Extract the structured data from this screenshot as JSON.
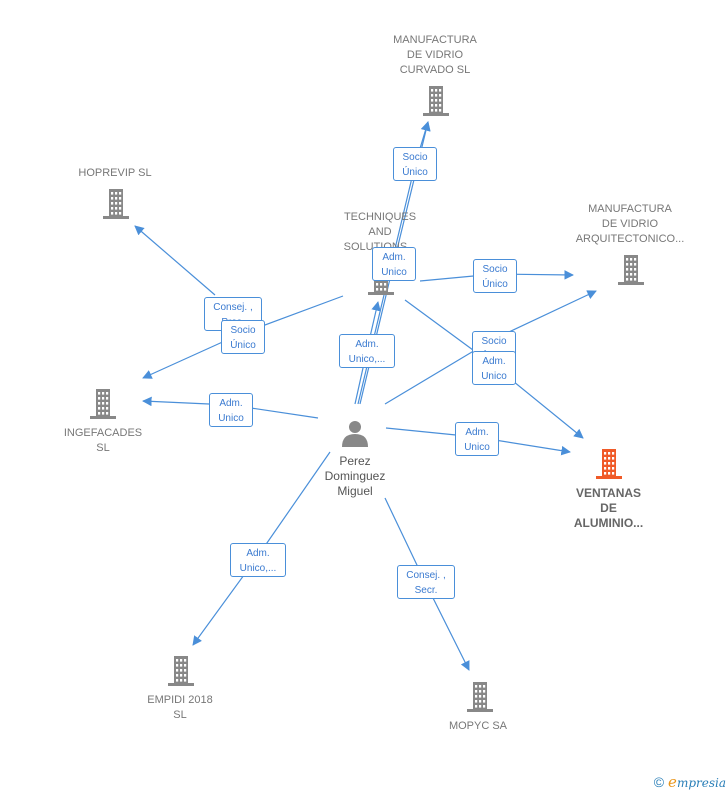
{
  "center": {
    "name": "Perez\nDominguez\nMiguel",
    "icon": "person-icon"
  },
  "companies": [
    {
      "id": "vidrio_curvado",
      "name": "MANUFACTURA\nDE VIDRIO\nCURVADO  SL",
      "icon": "building-icon",
      "highlight": false
    },
    {
      "id": "hoprevip",
      "name": "HOPREVIP SL",
      "icon": "building-icon",
      "highlight": false
    },
    {
      "id": "techniques",
      "name": "TECHNIQUES\nAND\nSOLUTIONS...",
      "icon": "building-icon",
      "highlight": false
    },
    {
      "id": "vidrio_arq",
      "name": "MANUFACTURA\nDE VIDRIO\nARQUITECTONICO...",
      "icon": "building-icon",
      "highlight": false
    },
    {
      "id": "ingefacades",
      "name": "INGEFACADES\nSL",
      "icon": "building-icon",
      "highlight": false
    },
    {
      "id": "ventanas",
      "name": "VENTANAS\nDE\nALUMINIO...",
      "icon": "building-icon",
      "highlight": true
    },
    {
      "id": "empidi",
      "name": "EMPIDI 2018\nSL",
      "icon": "building-icon",
      "highlight": false
    },
    {
      "id": "mopyc",
      "name": "MOPYC SA",
      "icon": "building-icon",
      "highlight": false
    }
  ],
  "relations": [
    {
      "label": "Socio\nÚnico"
    },
    {
      "label": "Adm.\nUnico"
    },
    {
      "label": "Socio\nÚnico"
    },
    {
      "label": "Consej. ,\nPres."
    },
    {
      "label": "Socio\nÚnico"
    },
    {
      "label": "Adm.\nUnico,..."
    },
    {
      "label": "Adm.\nUnico"
    },
    {
      "label": "Socio\nÚnico"
    },
    {
      "label": "Adm.\nUnico"
    },
    {
      "label": "Adm.\nUnico"
    },
    {
      "label": "Adm.\nUnico,..."
    },
    {
      "label": "Consej. ,\nSecr."
    }
  ],
  "colors": {
    "edge": "#4a8fd9",
    "building": "#888888",
    "building_highlight": "#f05a28",
    "person": "#888888"
  },
  "footer": {
    "copyright": "©",
    "brand_initial": "e",
    "brand_rest": "mpresia"
  }
}
